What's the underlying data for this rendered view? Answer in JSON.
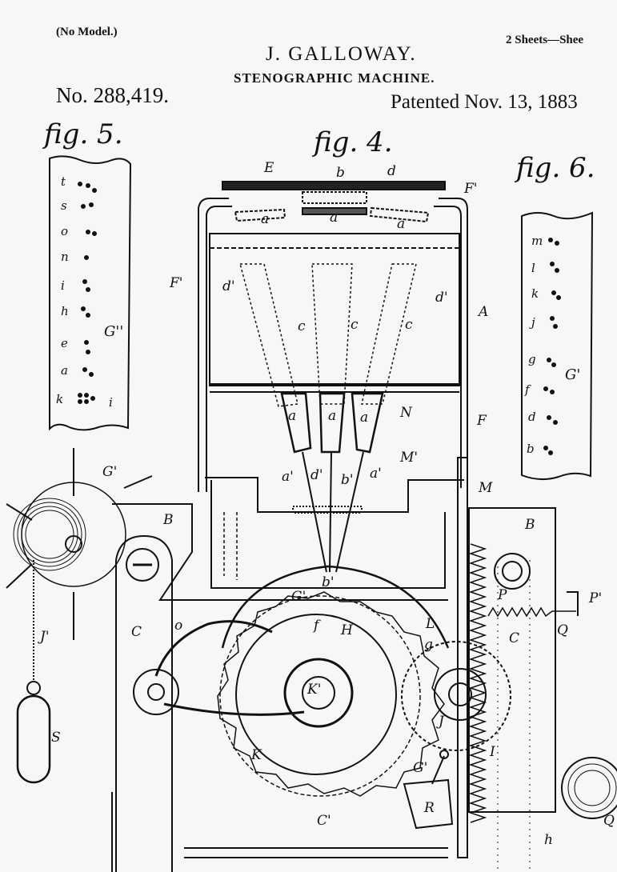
{
  "header": {
    "no_model": "(No Model.)",
    "sheets": "2 Sheets—Shee",
    "inventor": "J. GALLOWAY.",
    "title": "STENOGRAPHIC MACHINE.",
    "patent_number": "No. 288,419.",
    "patented": "Patented Nov. 13, 1883"
  },
  "figures": {
    "fig5": "fig. 5.",
    "fig4": "fig. 4.",
    "fig6": "fig. 6."
  },
  "fig5_letters": [
    "t",
    "s",
    "o",
    "n",
    "i",
    "h",
    "e",
    "a",
    "k"
  ],
  "fig5_side": {
    "G": "G''",
    "i": "i"
  },
  "fig6_letters": [
    "m",
    "l",
    "k",
    "j",
    "g",
    "f",
    "d",
    "b"
  ],
  "fig6_side": {
    "G": "G'"
  },
  "labels": {
    "E": "E",
    "b": "b",
    "d": "d",
    "F_top": "F'",
    "a1": "a",
    "a2": "a",
    "a3": "a",
    "F_left": "F'",
    "d_left": "d'",
    "d_right": "d'",
    "A": "A",
    "c1": "c",
    "c2": "c",
    "c3": "c",
    "a4": "a",
    "a5": "a",
    "a6": "a",
    "N": "N",
    "F": "F",
    "M_prime": "M'",
    "M": "M",
    "a_prime1": "a'",
    "d_mid": "d'",
    "b_mid": "b'",
    "a_prime2": "a'",
    "G_prime": "G'",
    "B_left": "B",
    "B_right": "B",
    "b_prime": "b'",
    "G_prime2": "G'",
    "H": "H",
    "f": "f",
    "C_left": "C",
    "o": "o",
    "C_right": "C",
    "P": "P",
    "P_prime": "P'",
    "Q": "Q",
    "L": "L",
    "g": "g",
    "K_prime": "K'",
    "J": "J",
    "K": "K",
    "I": "I",
    "G_bottom": "G'",
    "R": "R",
    "C_prime": "C'",
    "h": "h",
    "J_prime": "J'",
    "S": "S",
    "Q_edge": "Q"
  }
}
